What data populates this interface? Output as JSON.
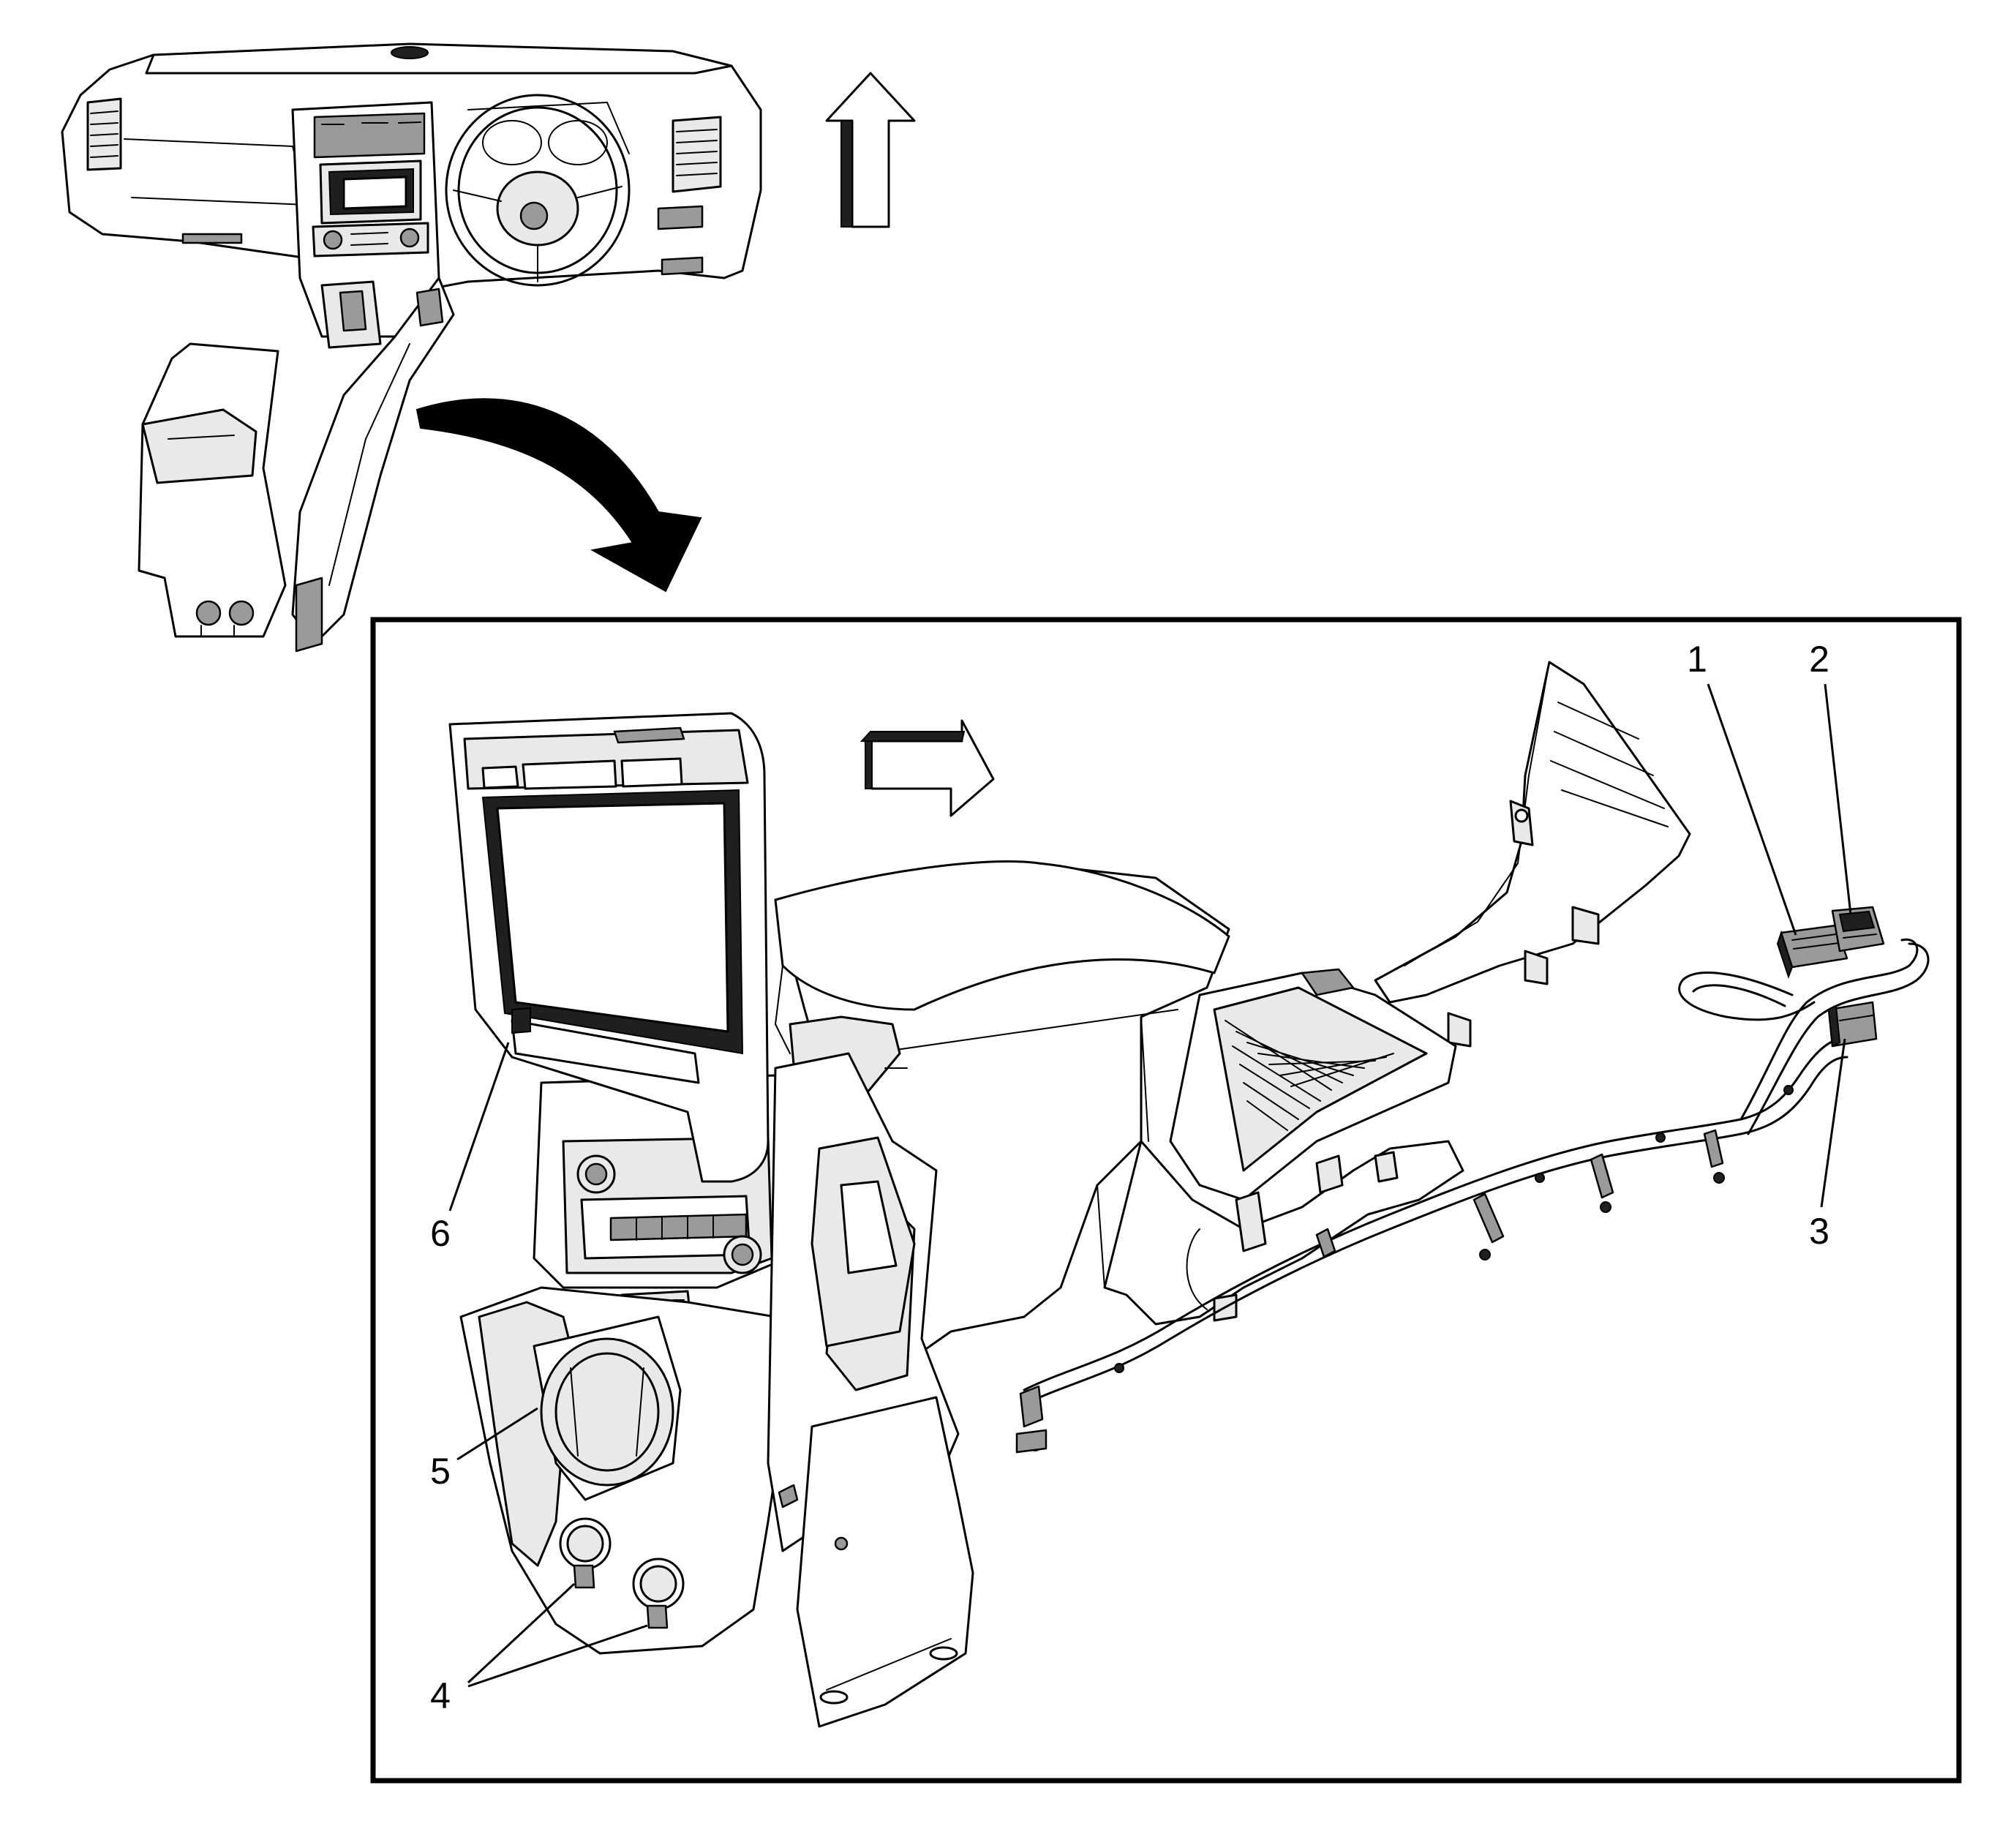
{
  "colors": {
    "line": "#000000",
    "background": "#ffffff",
    "shade_light": "#e9e9e9",
    "shade_mid": "#9a9a9a",
    "shade_dark": "#1f1f1f"
  },
  "callouts": [
    {
      "id": "1",
      "label": "1"
    },
    {
      "id": "2",
      "label": "2"
    },
    {
      "id": "3",
      "label": "3"
    },
    {
      "id": "4",
      "label": "4"
    },
    {
      "id": "5",
      "label": "5"
    },
    {
      "id": "6",
      "label": "6"
    }
  ],
  "icons": {
    "up_arrow": "forward-direction-arrow-icon",
    "detail_arrow": "curved-detail-arrow-icon",
    "forward_arrow": "forward-direction-arrow-icon"
  }
}
